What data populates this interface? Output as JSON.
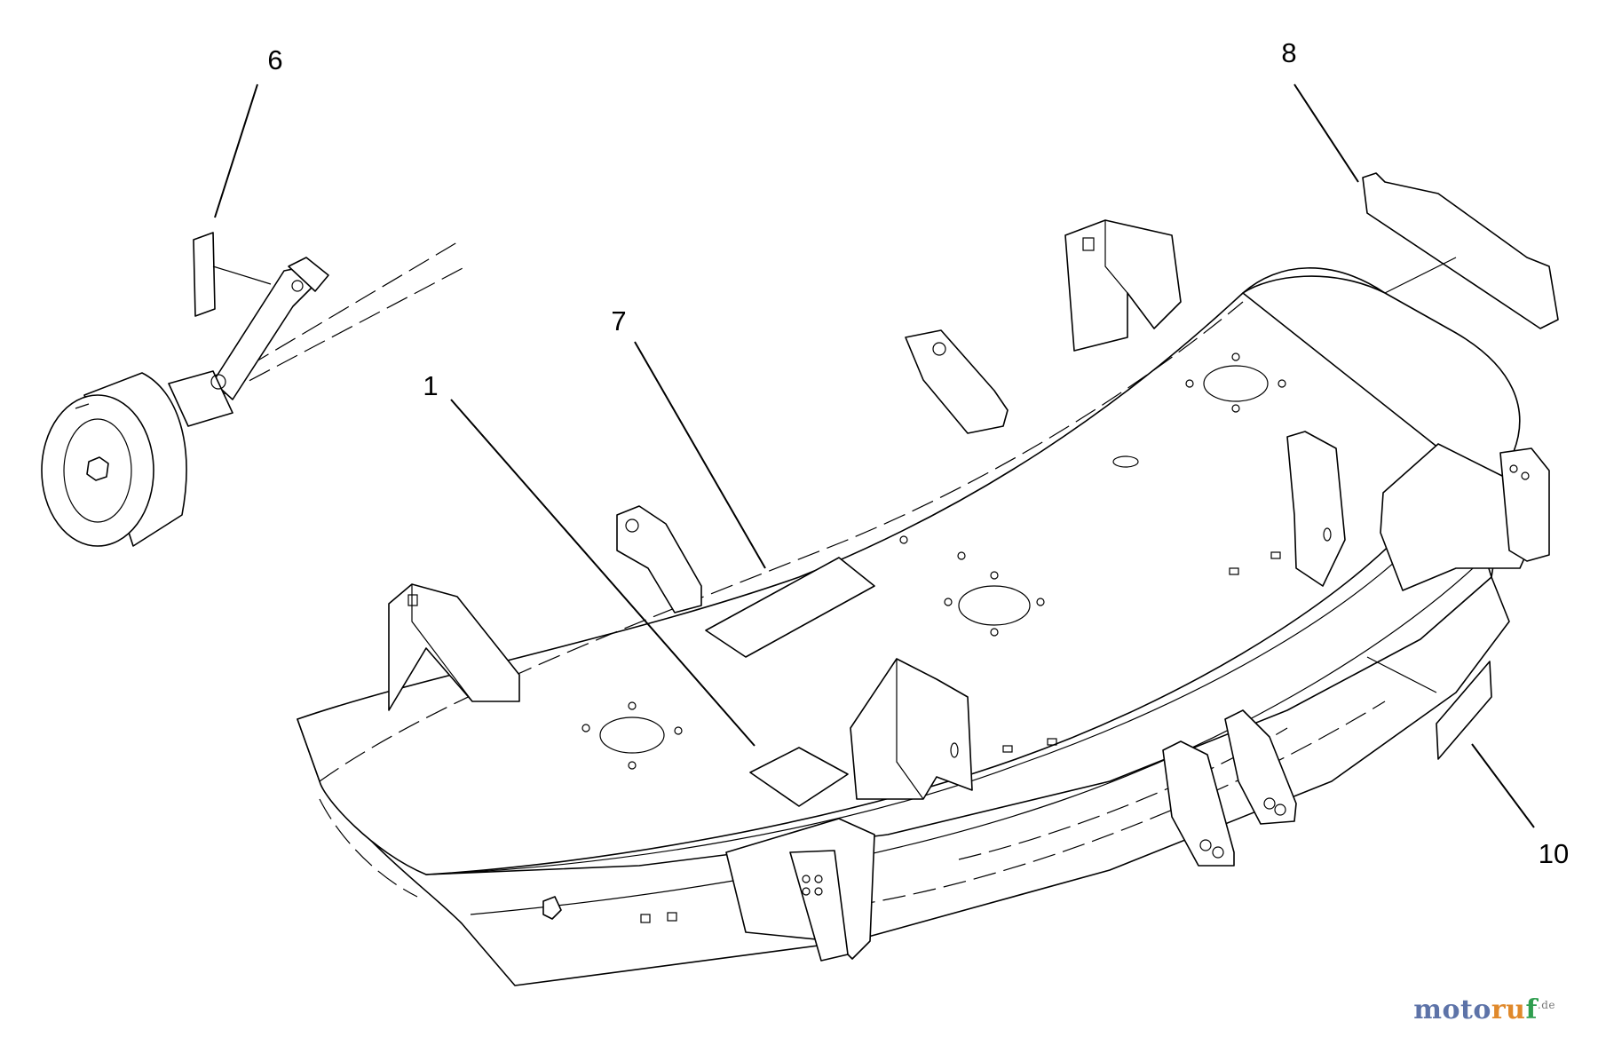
{
  "callouts": [
    {
      "id": "1",
      "label": "1"
    },
    {
      "id": "6",
      "label": "6"
    },
    {
      "id": "7",
      "label": "7"
    },
    {
      "id": "8",
      "label": "8"
    },
    {
      "id": "10",
      "label": "10"
    }
  ],
  "watermark": {
    "part1": "moto",
    "part2": "ru",
    "part3": "f",
    "suffix": ".de"
  }
}
